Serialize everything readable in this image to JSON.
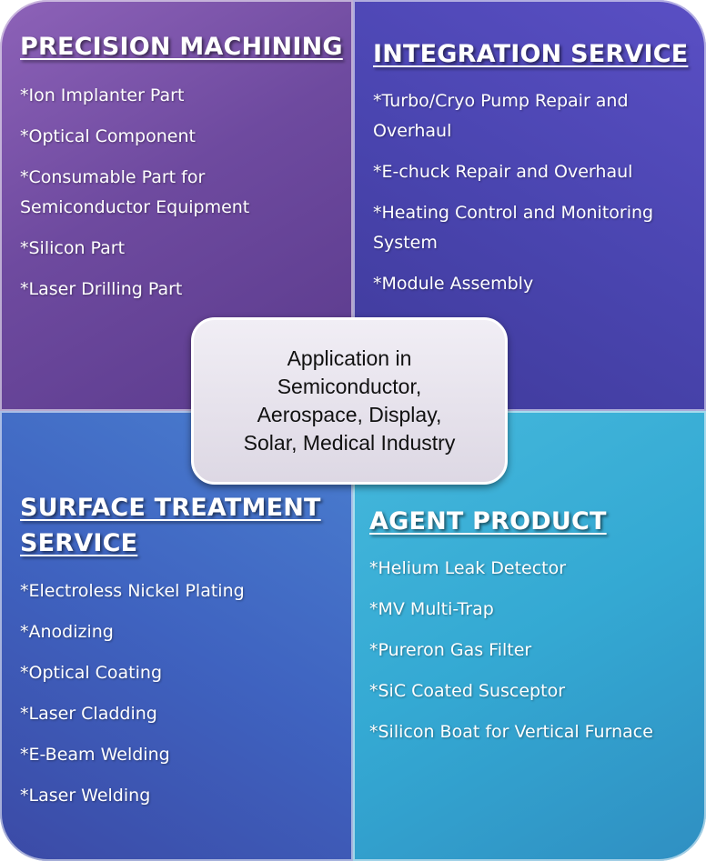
{
  "quadrants": {
    "top_left": {
      "title": "PRECISION MACHINING",
      "items": [
        "*Ion Implanter Part",
        "*Optical Component",
        "*Consumable Part for Semiconductor Equipment",
        "*Silicon Part",
        "*Laser Drilling Part"
      ]
    },
    "top_right": {
      "title": "INTEGRATION SERVICE",
      "items": [
        "*Turbo/Cryo Pump Repair and Overhaul",
        "*E-chuck Repair and Overhaul",
        "*Heating Control and Monitoring System",
        "*Module Assembly"
      ]
    },
    "bottom_left": {
      "title": "SURFACE TREATMENT SERVICE",
      "items": [
        "*Electroless Nickel Plating",
        "*Anodizing",
        "*Optical Coating",
        "*Laser Cladding",
        "*E-Beam Welding",
        "*Laser Welding"
      ]
    },
    "bottom_right": {
      "title": "AGENT PRODUCT",
      "items": [
        "*Helium Leak Detector",
        "*MV Multi-Trap",
        "*Pureron Gas Filter",
        "*SiC Coated Susceptor",
        "*Silicon Boat for Vertical Furnace"
      ]
    }
  },
  "center": {
    "lines": [
      "Application in",
      "Semiconductor,",
      "Aerospace, Display,",
      "Solar, Medical Industry"
    ]
  },
  "colors": {
    "top_left": "#6e4a9f",
    "top_right": "#4a45b0",
    "bottom_left": "#3f63c0",
    "bottom_right": "#34a9d3",
    "center_box": "#e6e2ec"
  }
}
